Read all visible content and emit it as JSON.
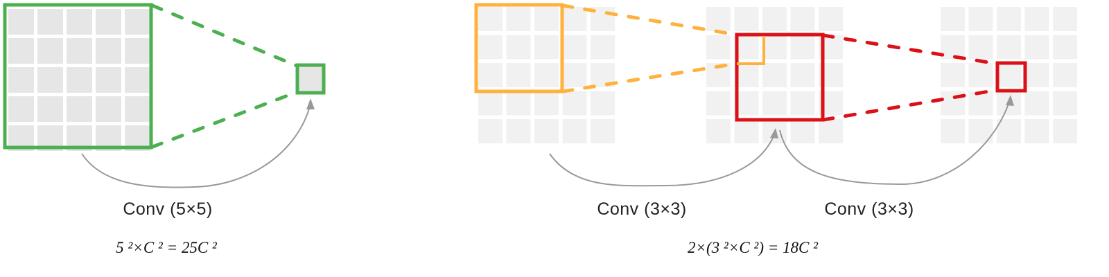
{
  "labels": {
    "conv5": "Conv (5×5)",
    "conv3a": "Conv (3×3)",
    "conv3b": "Conv (3×3)"
  },
  "formulas": {
    "left": "5 ²×C ² = 25C ²",
    "right": "2×(3 ²×C ²) = 18C ²"
  },
  "colors": {
    "green": "#4caf50",
    "orange": "#ffb13d",
    "red": "#dc1118",
    "cell_dark": "#e6e6e6",
    "cell_light": "#f1f1f1",
    "arrow": "#999999"
  }
}
